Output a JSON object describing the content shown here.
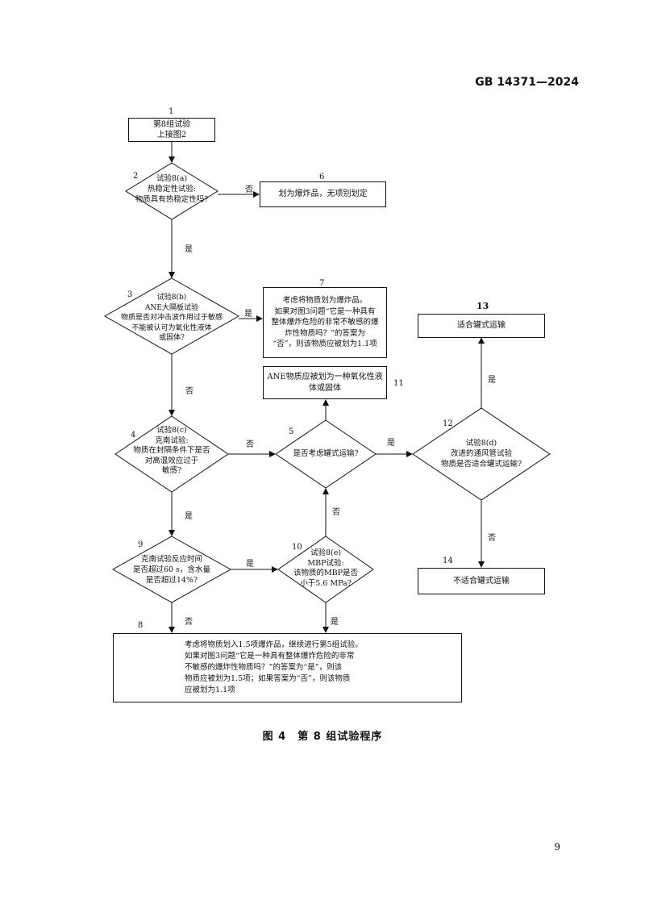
{
  "header": {
    "standard_code": "GB 14371—2024"
  },
  "nodes": {
    "n1": {
      "num": "1",
      "line1": "第8组试验",
      "line2": "上接图2"
    },
    "n2": {
      "num": "2",
      "line1": "试验8(a)",
      "line2": "热稳定性试验:",
      "line3": "物质具有热稳定性吗?"
    },
    "n3": {
      "num": "3",
      "line1": "试验8(b)",
      "line2": "ANE大隔板试验",
      "line3": "物质是否对冲击波作用过于敏感",
      "line4": "不能被认可为氧化性液体",
      "line5": "或固体?"
    },
    "n4": {
      "num": "4",
      "line1": "试验8(c)",
      "line2": "克南试验:",
      "line3": "物质在封隔条件下是否",
      "line4": "对高温效应过于",
      "line5": "敏感?"
    },
    "n5": {
      "num": "5",
      "line1": "是否考虑罐式运输?"
    },
    "n6": {
      "num": "6",
      "text": "划为爆炸品，无项别划定"
    },
    "n7": {
      "num": "7",
      "line1": "考虑将物质划为爆炸品。",
      "line2": "如果对图3问题“它是一种具有",
      "line3": "整体爆炸危险的非常不敏感的爆",
      "line4": "炸性物质吗？”的答案为",
      "line5": "“否”，则该物质应被划为1.1项"
    },
    "n8": {
      "num": "8",
      "line1": "考虑将物质划入1.5项爆炸品，继续进行第5组试验。",
      "line2": "如果对图3问题“它是一种具有整体爆炸危险的非常",
      "line3": "不敏感的爆炸性物质吗？”的答案为“是”，则该",
      "line4": "物质应被划为1.5项；如果答案为“否”，则该物质",
      "line5": "应被划为1.1项"
    },
    "n9": {
      "num": "9",
      "line1": "克南试验反应时间",
      "line2": "是否超过60 s，含水量",
      "line3": "是否超过14%?"
    },
    "n10": {
      "num": "10",
      "line1": "试验8(e)",
      "line2": "MBP试验:",
      "line3": "该物质的MBP是否",
      "line4": "小于5.6 MPa?"
    },
    "n11": {
      "num": "11",
      "line1": "ANE物质应被划为一种氧化性液",
      "line2": "体或固体"
    },
    "n12": {
      "num": "12",
      "line1": "试验8(d)",
      "line2": "改进的通风管试验",
      "line3": "物质是否适合罐式运输?"
    },
    "n13": {
      "num": "13",
      "text": "适合罐式运输"
    },
    "n14": {
      "num": "14",
      "text": "不适合罐式运输"
    }
  },
  "edges": {
    "e2_6": "否",
    "e2_3": "是",
    "e3_7": "是",
    "e3_4": "否",
    "e4_5": "否",
    "e4_9": "是",
    "e5_12": "是",
    "e10_5": "否",
    "e9_10": "是",
    "e9_8": "否",
    "e10_8": "是",
    "e12_13": "是",
    "e12_14": "否"
  },
  "caption": "图 4　第 8 组试验程序",
  "page_number": "9"
}
